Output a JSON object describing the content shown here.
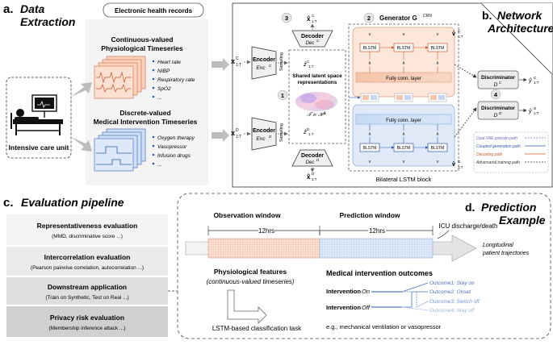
{
  "panel_a": {
    "letter": "a.",
    "title_line1": "Data",
    "title_line2": "Extraction",
    "ehr_box": "Electronic health records",
    "icu_label": "Intensive care unit",
    "continuous": {
      "title_line1": "Continuous-valued",
      "title_line2": "Physiological Timeseries",
      "items": [
        "Heart rate",
        "NIBP",
        "Respiratory rate",
        "SpO2",
        "..."
      ]
    },
    "discrete": {
      "title_line1": "Discrete-valued",
      "title_line2": "Medical Intervention Timeseries",
      "items": [
        "Oxygen therapy",
        "Vasopressor",
        "Infusion drugs",
        "..."
      ]
    }
  },
  "panel_b": {
    "letter": "b.",
    "title_line1": "Network",
    "title_line2": "Architecture",
    "x_c": "x",
    "x_d": "x",
    "encoder_c": {
      "label": "Encoder",
      "sub": "Enc",
      "sup": "C"
    },
    "encoder_d": {
      "label": "Encoder",
      "sub": "Enc",
      "sup": "D"
    },
    "decoder_c": {
      "label": "Decoder",
      "sub": "Dec",
      "sup": "C"
    },
    "decoder_d": {
      "label": "Decoder",
      "sub": "Dec",
      "sup": "D"
    },
    "sampling": "Sampling",
    "shared_latent_line1": "Shared latent space",
    "shared_latent_line2": "representations",
    "latent_space": "𝒯 ⋉ ℋᴬ",
    "generator": "Generator G",
    "generator_sup": "CRN",
    "fully_conn": "Fully conn. layer",
    "blstm": "BLSTM",
    "bilateral": "Bilateral LSTM block",
    "discriminator_c": {
      "label": "Discriminator",
      "sub": "D",
      "sup": "C"
    },
    "discriminator_d": {
      "label": "Discriminator",
      "sub": "D",
      "sup": "D"
    },
    "step_numbers": [
      "1",
      "2",
      "3",
      "4"
    ],
    "legend": [
      {
        "label": "Dual VAE pretrain path",
        "color": "#7b5fc7"
      },
      {
        "label": "Coupled generation path",
        "color": "#2f5aa8"
      },
      {
        "label": "Decoding path",
        "color": "#d0542c"
      },
      {
        "label": "Adversarial training path",
        "color": "#333333"
      }
    ]
  },
  "panel_c": {
    "letter": "c.",
    "title": "Evaluation pipeline",
    "items": [
      {
        "title": "Representativeness evaluation",
        "sub": "(MMD, discriminative score ...)"
      },
      {
        "title": "Intercorrelation evaluation",
        "sub": "(Pearson pairwise correlation, autocorrelation ...)"
      },
      {
        "title": "Downstream application",
        "sub": "(Train on Synthetic, Test on Real ...)"
      },
      {
        "title": "Privacy risk evaluation",
        "sub": "(Membership inference attack ...)"
      }
    ]
  },
  "panel_d": {
    "letter": "d.",
    "title_line1": "Prediction",
    "title_line2": "Example",
    "observation_window": "Observation window",
    "prediction_window": "Prediction window",
    "hrs_obs": "12hrs",
    "hrs_pred": "12hrs",
    "icu_discharge": "ICU discharge/death",
    "longitudinal_line1": "Longitudinal",
    "longitudinal_line2": "patient trajectories",
    "phys_features": "Physiological features",
    "phys_sub": "(continuous-valued timeseries)",
    "lstm_task": "LSTM-based classification task",
    "outcomes_title": "Medical intervention outcomes",
    "intervention_on": "Intervention",
    "on": "On",
    "intervention_off": "Intervention",
    "off": "Off",
    "outcomes": [
      {
        "label": "Outcome1: Stay on",
        "color": "#4a72c4"
      },
      {
        "label": "Outcome2: Onset",
        "color": "#4a72c4"
      },
      {
        "label": "Outcome3: Switch off",
        "color": "#6e94d6"
      },
      {
        "label": "Outcome4: Stay off",
        "color": "#9db6e6"
      }
    ],
    "example": "e.g., mechanical ventilation or vasopressor"
  }
}
